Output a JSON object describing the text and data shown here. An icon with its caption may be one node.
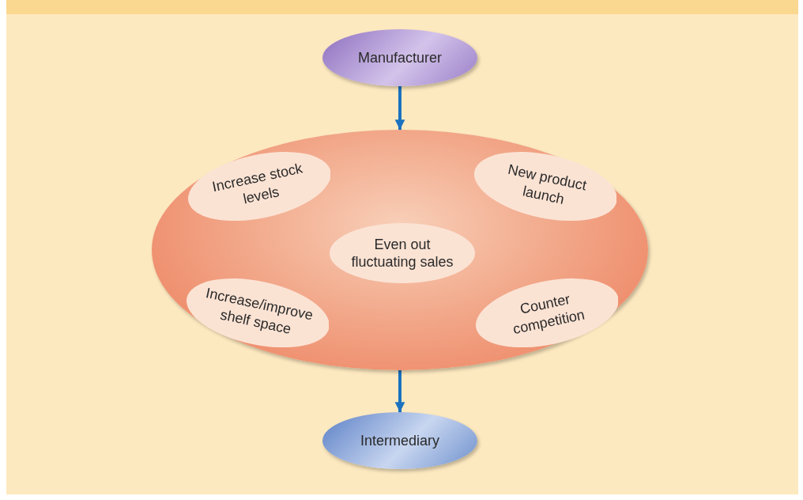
{
  "diagram": {
    "nodes": [
      {
        "text": [
          "Manufacturer"
        ]
      },
      {
        "text": [],
        "shape": "ellipse"
      },
      {
        "text": [
          "Increase stock levels"
        ],
        "in": 1
      },
      {
        "text": [
          "New product launch"
        ],
        "in": 1
      },
      {
        "text": [
          "Even out fluctuating sales"
        ],
        "in": 1
      },
      {
        "text": [
          "Increase/improve shelf space"
        ],
        "in": 1
      },
      {
        "text": [
          "Counter competition"
        ],
        "in": 1
      },
      {
        "text": [
          "Intermediary"
        ]
      }
    ],
    "edges": [
      {
        "from": 0,
        "to": 1,
        "arrow": "to"
      },
      {
        "from": 1,
        "to": 7,
        "arrow": "to"
      }
    ]
  }
}
